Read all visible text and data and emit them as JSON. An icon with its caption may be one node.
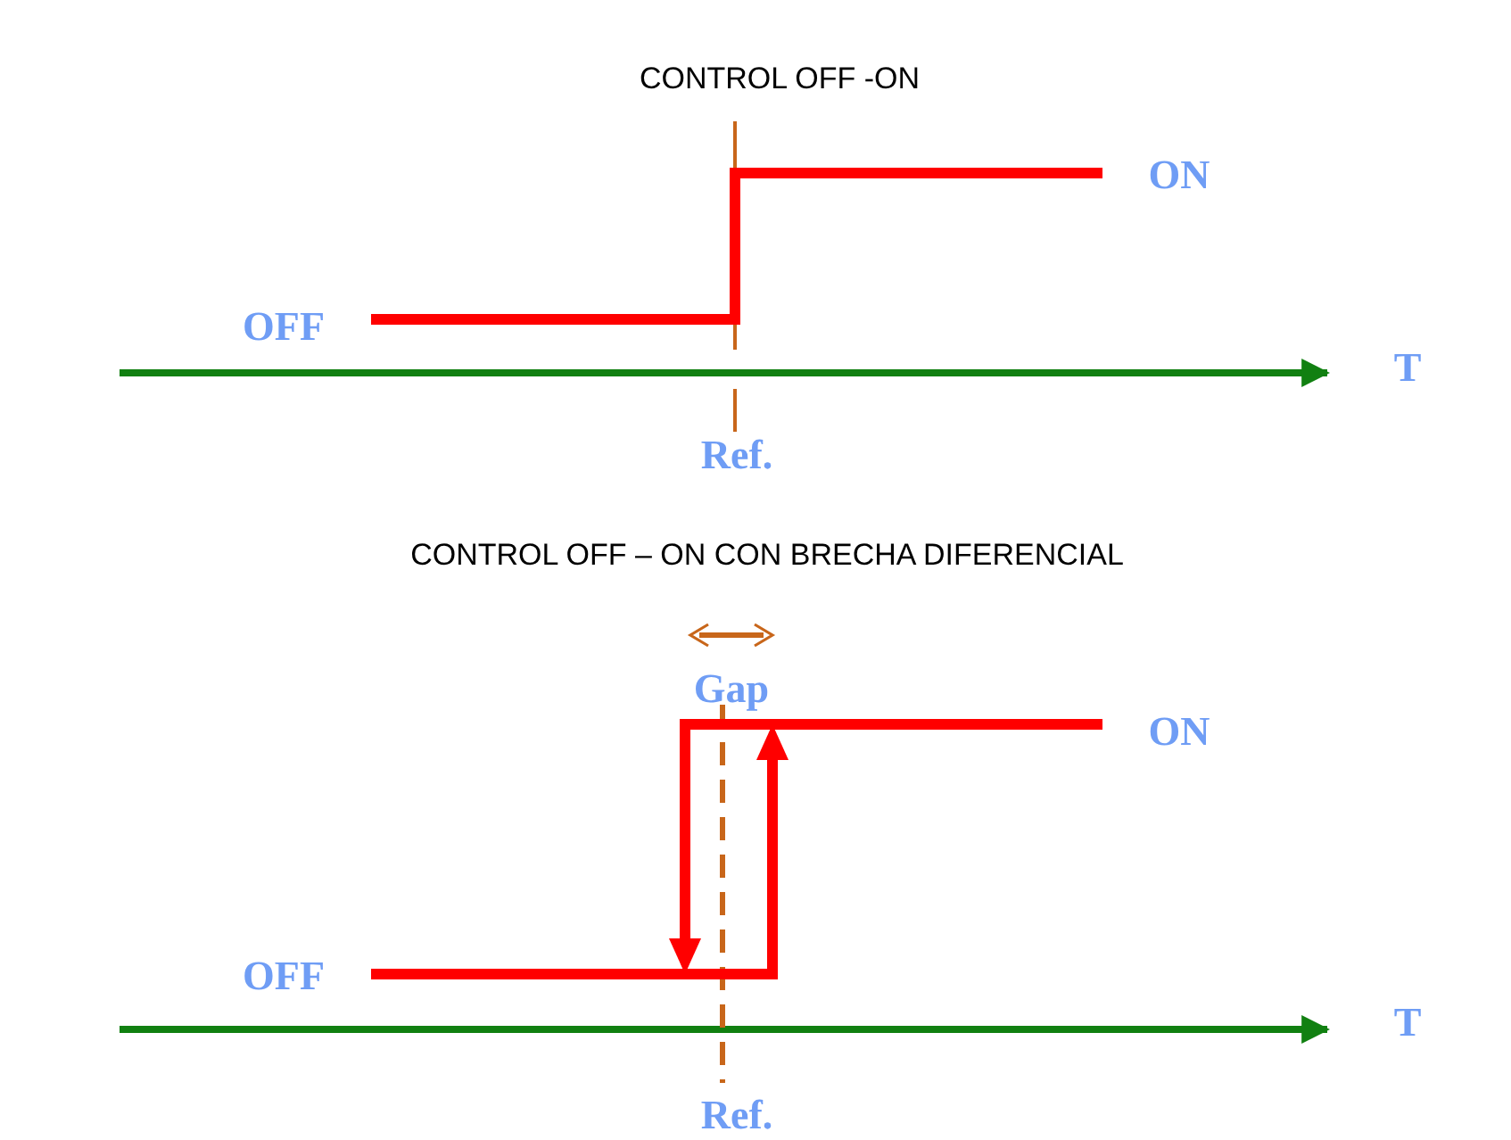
{
  "diagram": {
    "labels": [
      "CONTROL  OFF -ON",
      "ON",
      "OFF",
      "T",
      "Ref.",
      "CONTROL  OFF – ON CON BRECHA DIFERENCIAL",
      "Gap",
      "ON",
      "OFF",
      "T",
      "Ref."
    ]
  }
}
